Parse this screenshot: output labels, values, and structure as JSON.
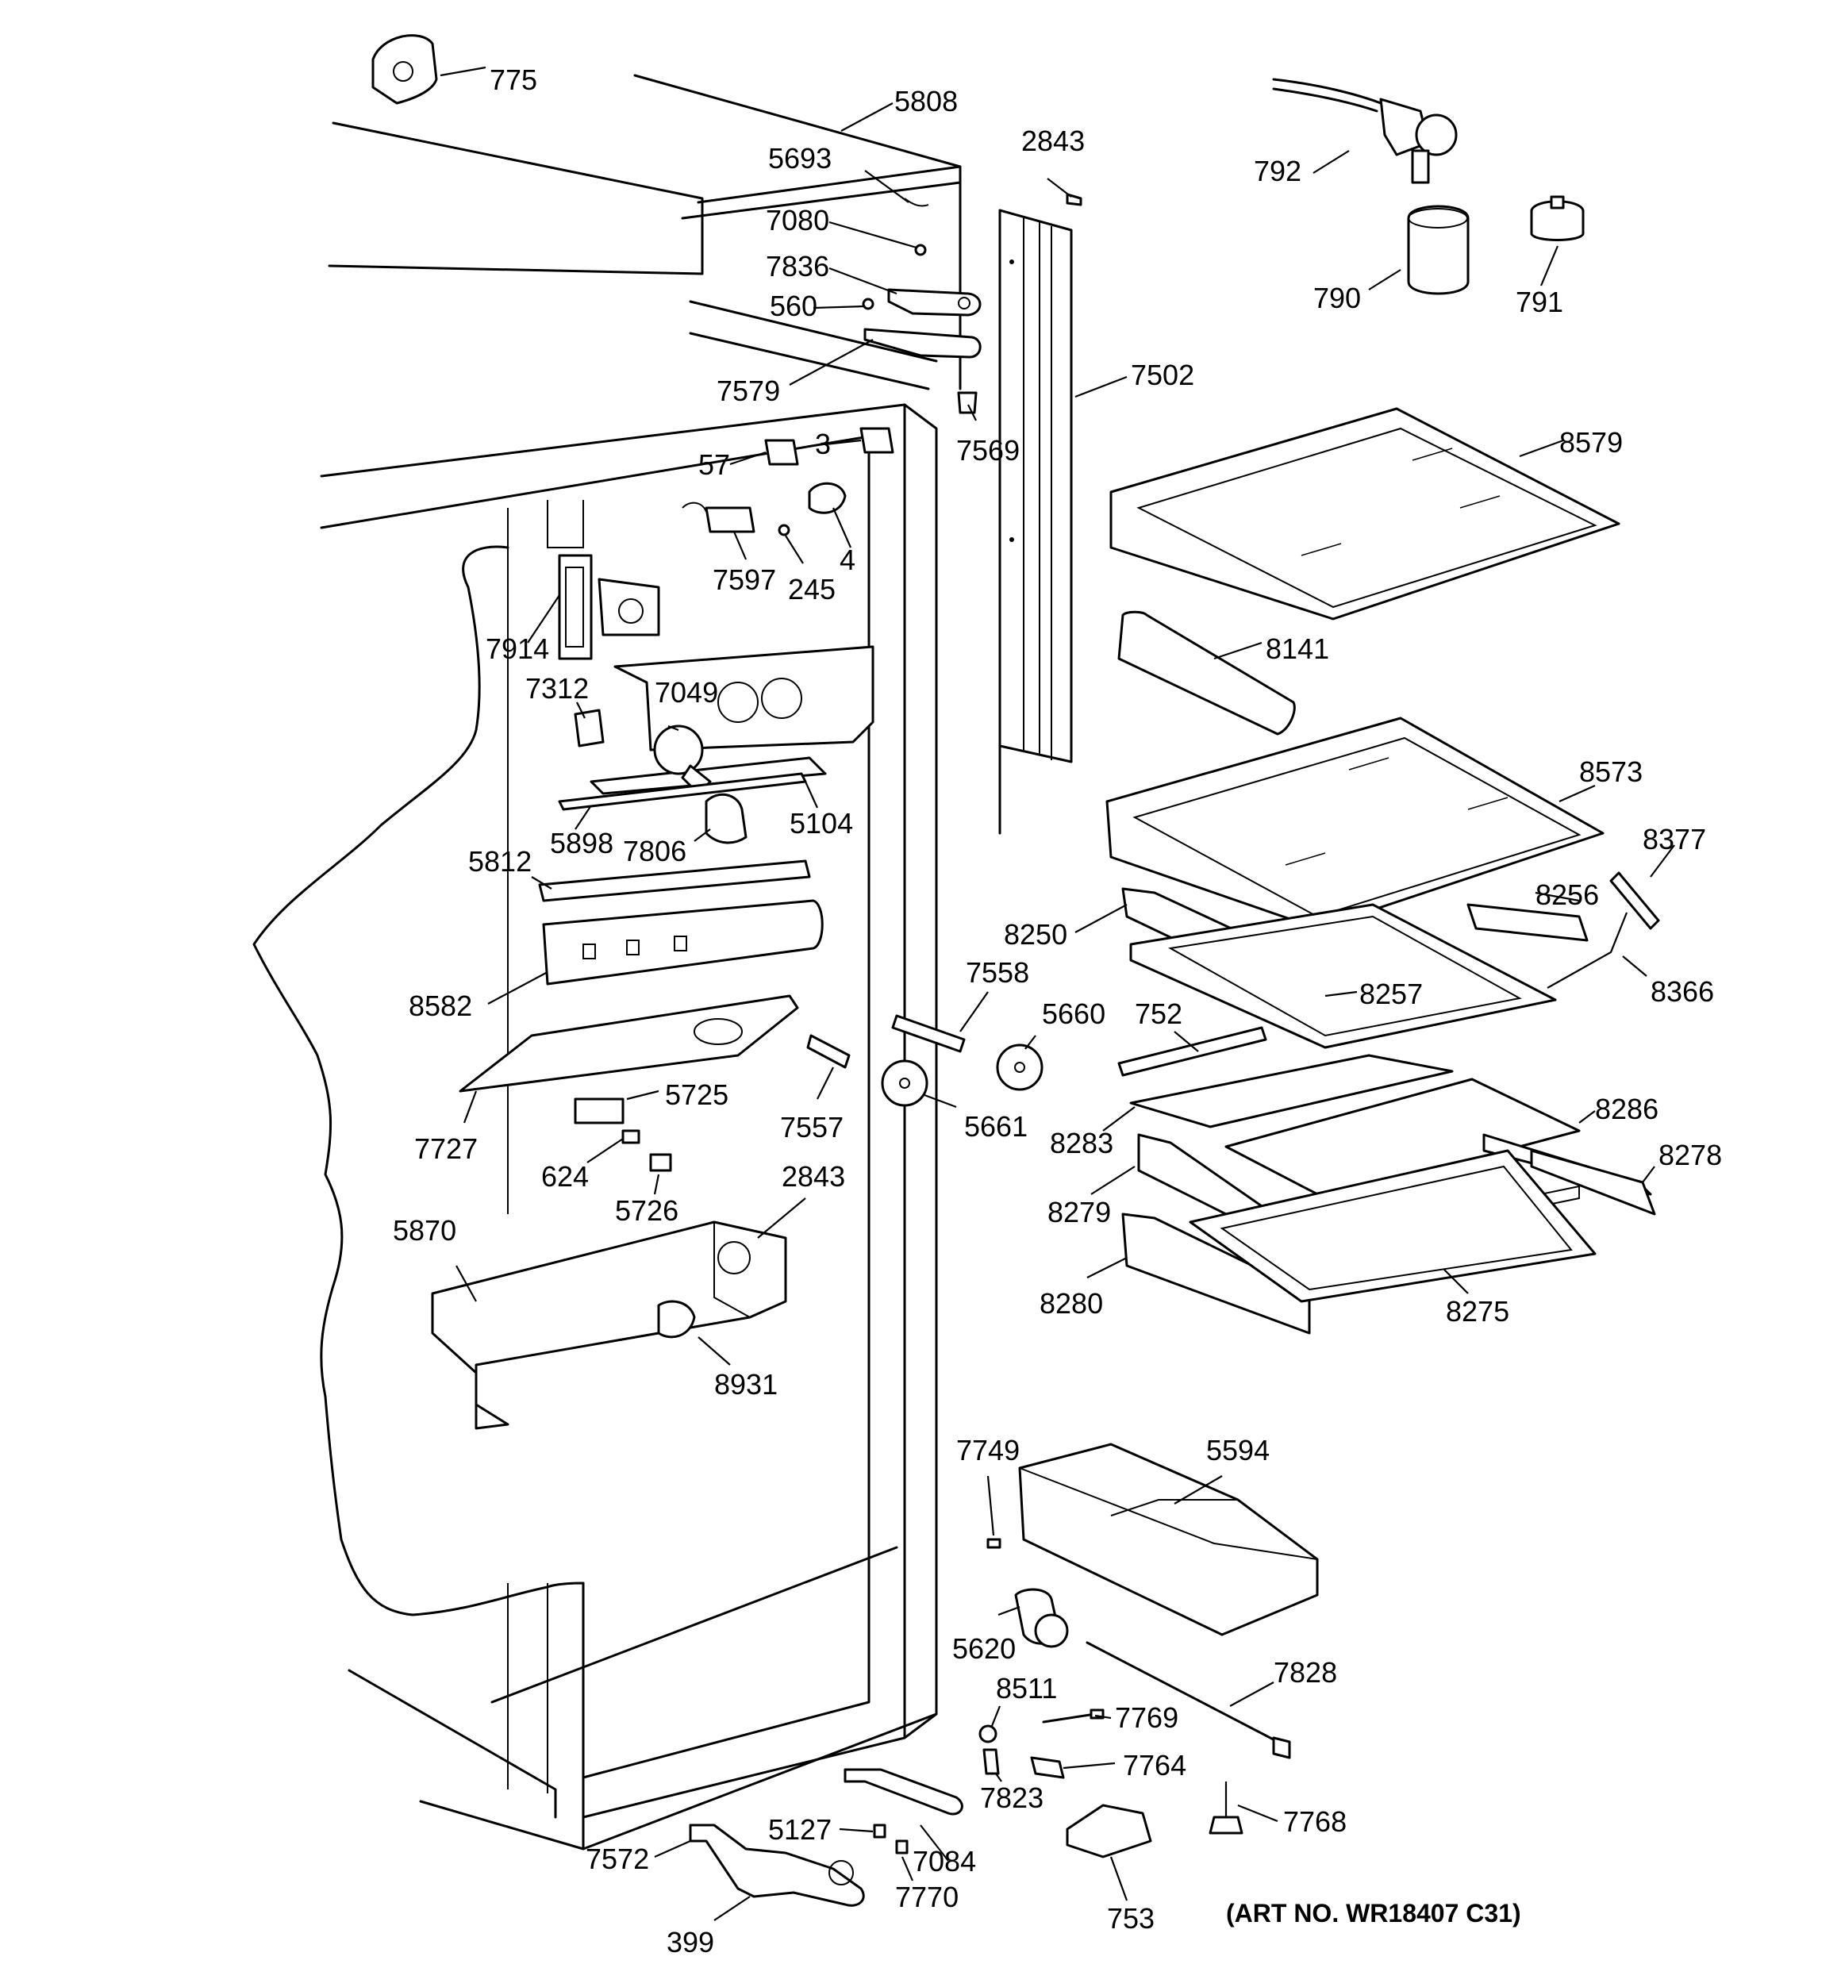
{
  "diagram": {
    "art_number": "(ART NO. WR18407 C31)",
    "part_labels": {
      "p775": "775",
      "p5808": "5808",
      "p5693": "5693",
      "p2843a": "2843",
      "p7080": "7080",
      "p7836": "7836",
      "p560": "560",
      "p7579": "7579",
      "p7502": "7502",
      "p7569": "7569",
      "p57": "57",
      "p3": "3",
      "p792": "792",
      "p790": "790",
      "p791": "791",
      "p8579": "8579",
      "p7597": "7597",
      "p245": "245",
      "p4": "4",
      "p7914": "7914",
      "p8141": "8141",
      "p7312": "7312",
      "p7049": "7049",
      "p5104": "5104",
      "p5898": "5898",
      "p7806": "7806",
      "p8573": "8573",
      "p8377": "8377",
      "p5812": "5812",
      "p8250": "8250",
      "p8256": "8256",
      "p8582": "8582",
      "p7558": "7558",
      "p5660": "5660",
      "p8257": "8257",
      "p8366": "8366",
      "p752": "752",
      "p5725": "5725",
      "p7727": "7727",
      "p7557": "7557",
      "p5661": "5661",
      "p8283": "8283",
      "p8286": "8286",
      "p8278": "8278",
      "p624": "624",
      "p2843b": "2843",
      "p5726": "5726",
      "p8279": "8279",
      "p5870": "5870",
      "p8280": "8280",
      "p8275": "8275",
      "p8931": "8931",
      "p7749": "7749",
      "p5594": "5594",
      "p5620": "5620",
      "p7828": "7828",
      "p8511": "8511",
      "p7769": "7769",
      "p7764": "7764",
      "p7823": "7823",
      "p5127": "5127",
      "p7572": "7572",
      "p7084": "7084",
      "p7768": "7768",
      "p7770": "7770",
      "p753": "753",
      "p399": "399"
    }
  }
}
